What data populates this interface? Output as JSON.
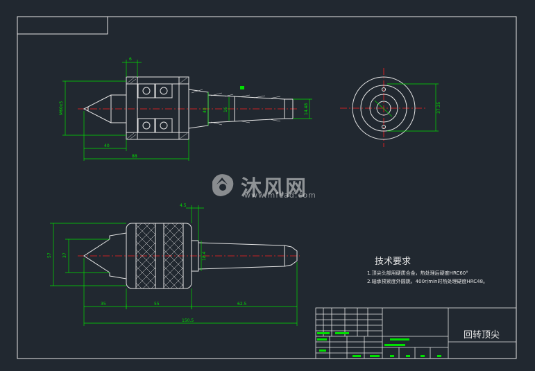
{
  "colors": {
    "background": "#212830",
    "frame": "#e6e6e6",
    "part": "#e6e6e6",
    "dimension": "#00e000",
    "centerline": "#ff2020"
  },
  "watermark": {
    "logo_text": "沐风网",
    "url": "www.mfcad.com",
    "icon": "mfcad-logo-icon"
  },
  "top_view_dims": {
    "d1": "6",
    "d2": "M60x5",
    "d3": "40",
    "d4": "88",
    "d5": "40",
    "d6": "16",
    "d7": "14.48"
  },
  "right_view_dims": {
    "d1": "37.35"
  },
  "bottom_view_dims": {
    "d1": "4.5",
    "d2": "57",
    "d3": "37",
    "d4": "18.4",
    "d5": "35",
    "d6": "55",
    "d7": "62.5",
    "d8": "150.5"
  },
  "tech_requirements": {
    "title": "技术要求",
    "line1": "1.顶尖头部用硬质合金，热处理后硬度HRC60°",
    "line2": "2.轴承预紧度外圆跳，400r/min时热处理硬度HRC48。"
  },
  "title_block": {
    "part_name": "回转顶尖"
  }
}
